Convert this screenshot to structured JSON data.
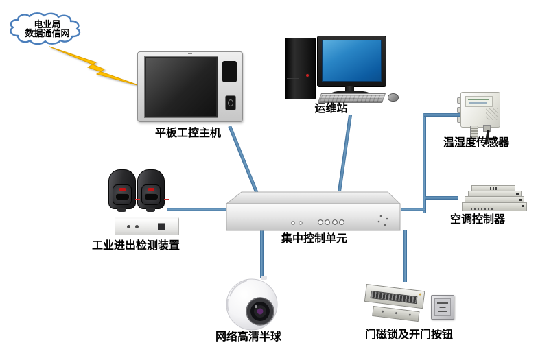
{
  "colors": {
    "connector_dark": "#3f6f9b",
    "connector_light": "#719fc3",
    "cloud_outline": "#4a7ebb",
    "lightning_fill": "#ffc000",
    "lightning_edge": "#dfa000",
    "screen_blue": "#1b79c0"
  },
  "cloud": {
    "line1": "电业局",
    "line2": "数据通信网"
  },
  "nodes": {
    "tablet_host": {
      "label": "平板工控主机"
    },
    "ops_station": {
      "label": "运维站"
    },
    "temp_humidity_sensor": {
      "label": "温湿度传感器"
    },
    "ac_controller": {
      "label": "空调控制器"
    },
    "central_control_unit": {
      "label": "集中控制单元"
    },
    "entry_exit_detector": {
      "label": "工业进出检测装置"
    },
    "dome_camera": {
      "label": "网络高清半球"
    },
    "door_lock_button": {
      "label": "门磁锁及开门按钮"
    }
  }
}
